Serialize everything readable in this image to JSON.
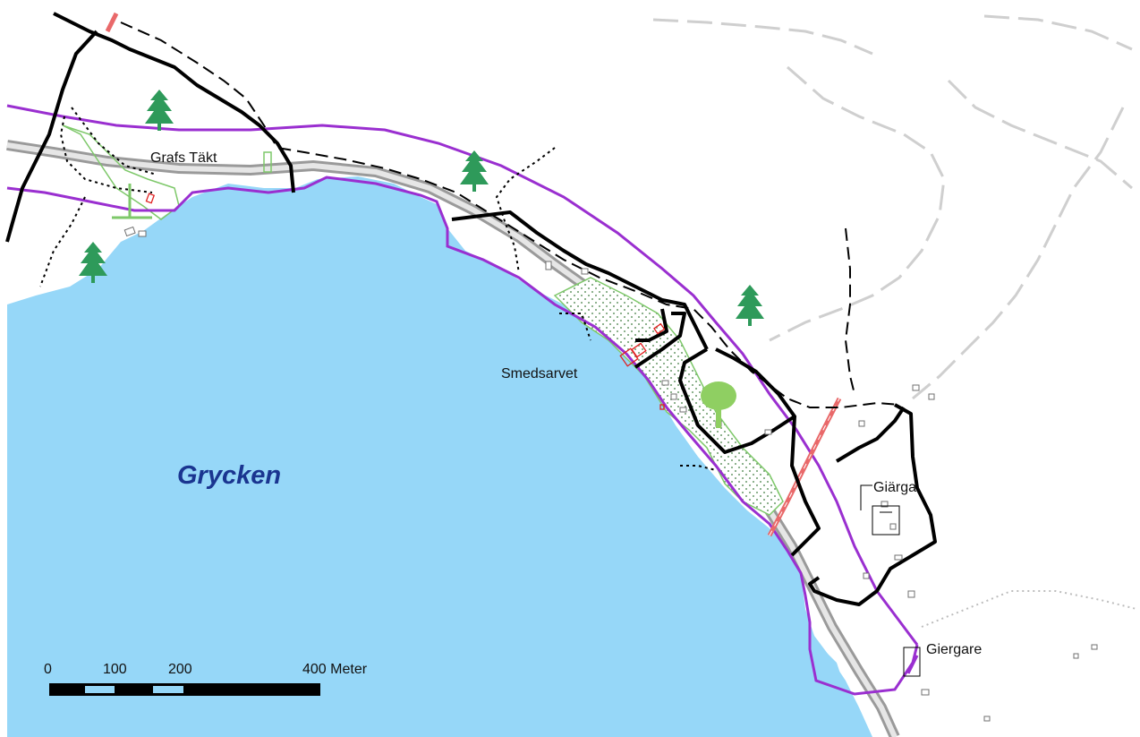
{
  "map": {
    "lake_name": "Grycken",
    "places": {
      "grafs_takt": "Grafs Täkt",
      "smedsarvet": "Smedsarvet",
      "giarga": "Giärga",
      "giergare": "Giergare"
    },
    "scale_bar": {
      "labels": [
        "0",
        "100",
        "200",
        "400 Meter"
      ]
    },
    "colors": {
      "water": "#96d7f8",
      "boundary_purple": "#9a2fd0",
      "railway_red": "#e9696a",
      "road_gray": "#9a9a9a",
      "vegetation_green": "#7ec86a",
      "conifer_green": "#2e9a5a",
      "deciduous_green": "#8fcf62",
      "building_red": "#e02020",
      "lake_label": "#1a3590"
    },
    "icons": [
      "conifer-tree-icon",
      "deciduous-tree-icon"
    ]
  }
}
